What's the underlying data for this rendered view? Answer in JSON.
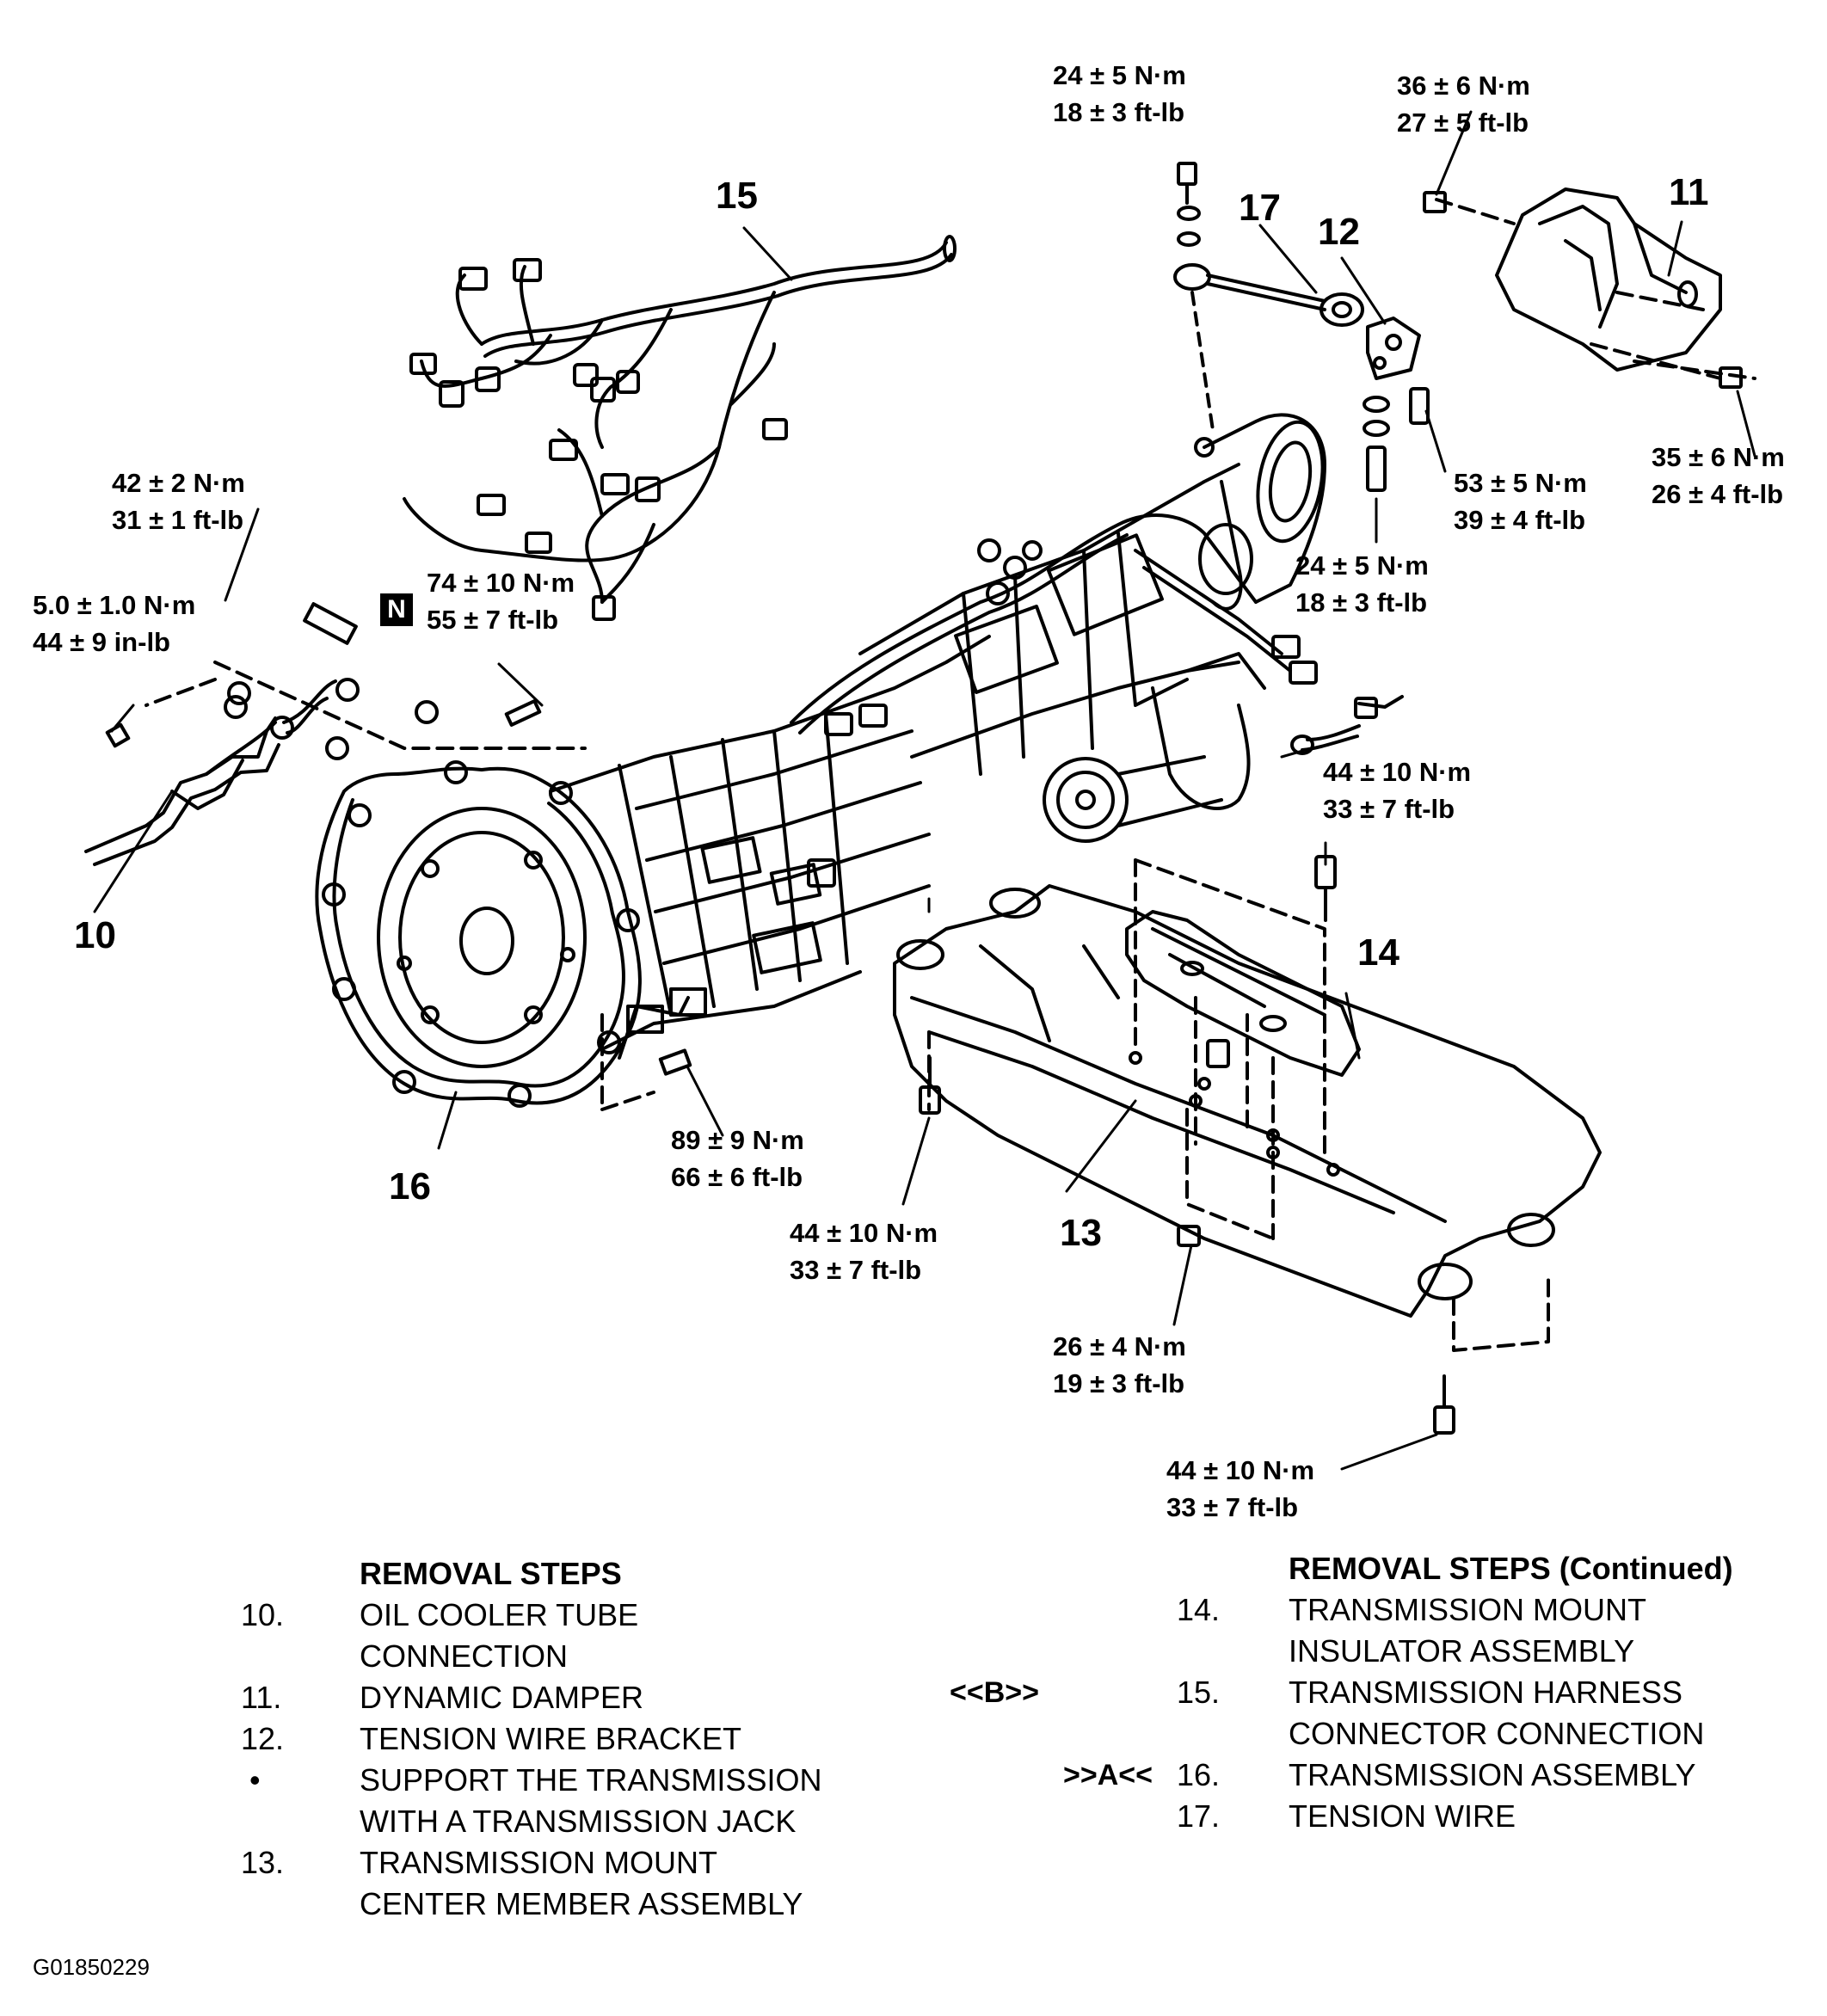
{
  "figure_id": "G01850229",
  "badge_letter": "N",
  "part_numbers": {
    "p10": "10",
    "p11": "11",
    "p12": "12",
    "p13": "13",
    "p14": "14",
    "p15": "15",
    "p16": "16",
    "p17": "17"
  },
  "torque_specs": {
    "t01": {
      "nm": "24 ± 5 N·m",
      "ft": "18 ± 3 ft-lb"
    },
    "t02": {
      "nm": "36 ± 6 N·m",
      "ft": "27 ± 5 ft-lb"
    },
    "t03": {
      "nm": "35 ± 6 N·m",
      "ft": "26 ± 4 ft-lb"
    },
    "t04": {
      "nm": "53 ± 5 N·m",
      "ft": "39 ± 4 ft-lb"
    },
    "t05": {
      "nm": "24 ± 5 N·m",
      "ft": "18 ± 3 ft-lb"
    },
    "t06": {
      "nm": "42 ± 2 N·m",
      "ft": "31 ± 1 ft-lb"
    },
    "t07": {
      "nm": "5.0 ± 1.0 N·m",
      "ft": "44 ± 9 in-lb"
    },
    "t08": {
      "nm": "74 ± 10 N·m",
      "ft": "55 ± 7 ft-lb"
    },
    "t09": {
      "nm": "44 ± 10 N·m",
      "ft": "33 ± 7 ft-lb"
    },
    "t10": {
      "nm": "89 ± 9 N·m",
      "ft": "66 ± 6 ft-lb"
    },
    "t11": {
      "nm": "44 ± 10 N·m",
      "ft": "33 ± 7 ft-lb"
    },
    "t12": {
      "nm": "26 ± 4 N·m",
      "ft": "19 ± 3 ft-lb"
    },
    "t13": {
      "nm": "44 ± 10 N·m",
      "ft": "33 ± 7 ft-lb"
    }
  },
  "removal_steps": {
    "heading": "REMOVAL STEPS",
    "rows": [
      {
        "num": "10.",
        "text": "OIL COOLER TUBE"
      },
      {
        "num": "",
        "text": "CONNECTION"
      },
      {
        "num": "11.",
        "text": "DYNAMIC DAMPER"
      },
      {
        "num": "12.",
        "text": "TENSION WIRE BRACKET"
      },
      {
        "num": "•",
        "text": "SUPPORT THE TRANSMISSION"
      },
      {
        "num": "",
        "text": "WITH A TRANSMISSION JACK"
      },
      {
        "num": "13.",
        "text": "TRANSMISSION MOUNT"
      },
      {
        "num": "",
        "text": "CENTER MEMBER ASSEMBLY"
      }
    ]
  },
  "removal_steps_continued": {
    "heading": "REMOVAL STEPS (Continued)",
    "rows": [
      {
        "mark": "",
        "num": "14.",
        "text": "TRANSMISSION MOUNT"
      },
      {
        "mark": "",
        "num": "",
        "text": "INSULATOR ASSEMBLY"
      },
      {
        "mark": "<<B>>",
        "num": "15.",
        "text": "TRANSMISSION HARNESS"
      },
      {
        "mark": "",
        "num": "",
        "text": "CONNECTOR CONNECTION"
      },
      {
        "mark": ">>A<<",
        "num": "16.",
        "text": "TRANSMISSION ASSEMBLY"
      },
      {
        "mark": "",
        "num": "17.",
        "text": "TENSION WIRE"
      }
    ]
  }
}
